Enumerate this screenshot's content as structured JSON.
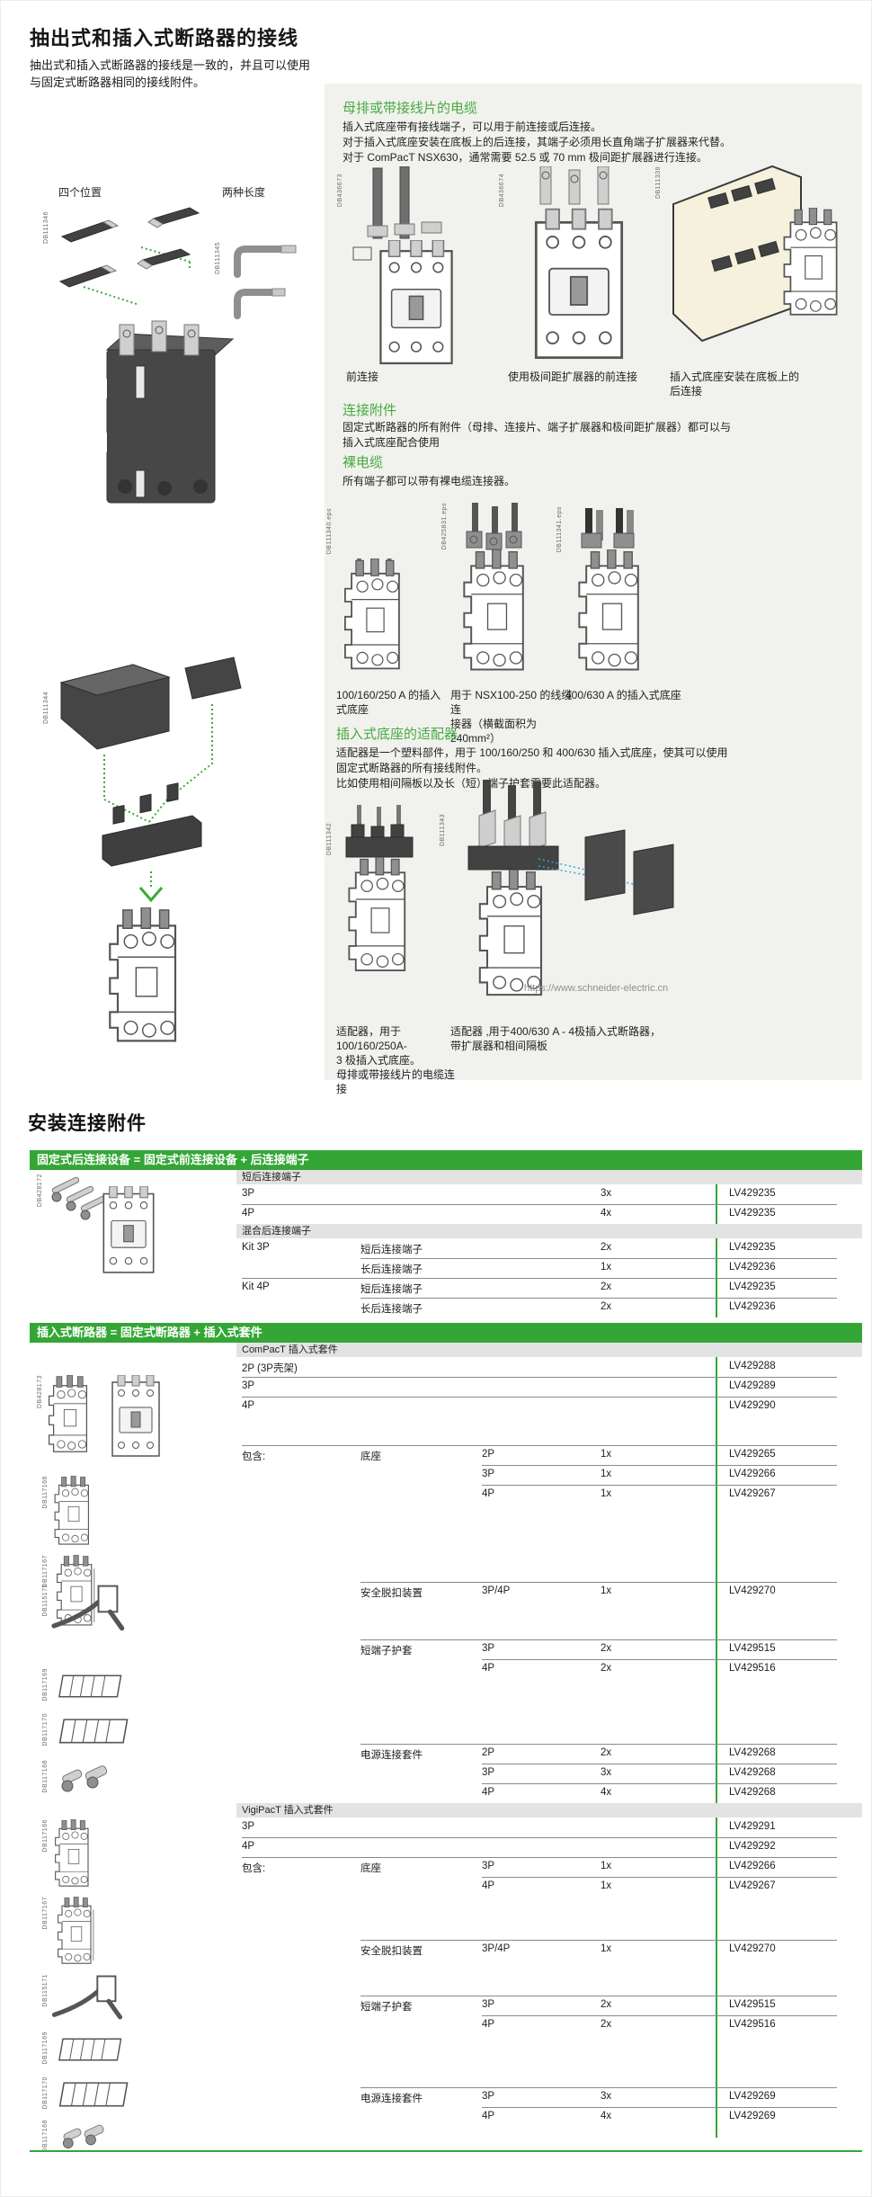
{
  "colors": {
    "accent_green": "#3BAA35",
    "banner_green": "#34A636",
    "heading_green": "#45AB3F",
    "panel_bg": "#F1F1EE",
    "subheader_bg": "#E3E3E3",
    "rule_gray": "#8A8A8A",
    "text_dark": "#1B1B1B",
    "code_gray": "#6B6B6B",
    "watermark_gray": "#8F8F8F",
    "dotted_blue": "#29ABE2"
  },
  "page": {
    "title": "抽出式和插入式断路器的接线",
    "intro": "抽出式和插入式断路器的接线是一致的，并且可以使用\n与固定式断路器相同的接线附件。",
    "watermark": "https://www.schneider-electric.cn"
  },
  "left_figures": {
    "four_positions": "四个位置",
    "two_lengths": "两种长度"
  },
  "codes": {
    "fig_four_positions": "DB111346",
    "fig_two_lengths": "DB111345",
    "fig_adapter_stack": "DB111344",
    "row1": [
      "DB436673",
      "DB436674",
      "DB111339"
    ],
    "row2": [
      "DB111340.eps",
      "DB425831.eps",
      "DB111341.eps"
    ],
    "row3": [
      "DB111342",
      "DB111343"
    ],
    "table1": "DB428172",
    "table2": [
      "DB428173",
      "DB117166",
      "DB117167",
      "DB115171",
      "DB117169",
      "DB117170",
      "DB117168"
    ]
  },
  "panel": {
    "section1": {
      "heading": "母排或带接线片的电缆",
      "body": "插入式底座带有接线端子，可以用于前连接或后连接。\n对于插入式底座安装在底板上的后连接，其端子必须用长直角端子扩展器来代替。\n对于 ComPacT NSX630，通常需要 52.5 或 70 mm 极间距扩展器进行连接。"
    },
    "row1_captions": [
      "前连接",
      "使用极间距扩展器的前连接",
      "插入式底座安装在底板上的\n后连接"
    ],
    "section2": {
      "heading": "连接附件",
      "body": "固定式断路器的所有附件（母排、连接片、端子扩展器和极间距扩展器）都可以与\n插入式底座配合使用"
    },
    "section3": {
      "heading": "裸电缆",
      "body": "所有端子都可以带有裸电缆连接器。"
    },
    "row2_captions": [
      "100/160/250 A 的插入式底座",
      "用于 NSX100-250 的线缆连\n接器（横截面积为 240mm²）",
      "400/630 A 的插入式底座"
    ],
    "section4": {
      "heading": "插入式底座的适配器",
      "body": "适配器是一个塑料部件，用于 100/160/250 和 400/630 插入式底座，使其可以使用\n固定式断路器的所有接线附件。\n比如使用相间隔板以及长（短）端子护套需要此适配器。"
    },
    "row3_captions": [
      "适配器，用于 100/160/250A-\n3 极插入式底座。\n母排或带接线片的电缆连接",
      "适配器 ,用于400/630 A - 4极插入式断路器，\n带扩展器和相间隔板"
    ]
  },
  "attachments": {
    "title": "安装连接附件",
    "banner1": "固定式后连接设备 = 固定式前连接设备 + 后连接端子",
    "banner2": "插入式断路器 = 固定式断路器 + 插入式套件",
    "table1_rows": [
      {
        "t": "sub",
        "label": "短后连接端子"
      },
      {
        "t": "row",
        "c": [
          "3P",
          "",
          "",
          "3x"
        ],
        "pn": "LV429235",
        "h": 22,
        "rule": -1
      },
      {
        "t": "row",
        "c": [
          "4P",
          "",
          "",
          "4x"
        ],
        "pn": "LV429235",
        "h": 22,
        "rule": 0
      },
      {
        "t": "sub",
        "label": "混合后连接端子"
      },
      {
        "t": "row",
        "c": [
          "Kit 3P",
          "短后连接端子",
          "",
          "2x"
        ],
        "pn": "LV429235",
        "h": 22,
        "rule": -1
      },
      {
        "t": "row",
        "c": [
          "",
          "长后连接端子",
          "",
          "1x"
        ],
        "pn": "LV429236",
        "h": 22,
        "rule": 1
      },
      {
        "t": "row",
        "c": [
          "Kit 4P",
          "短后连接端子",
          "",
          "2x"
        ],
        "pn": "LV429235",
        "h": 22,
        "rule": 0
      },
      {
        "t": "row",
        "c": [
          "",
          "长后连接端子",
          "",
          "2x"
        ],
        "pn": "LV429236",
        "h": 22,
        "rule": 1
      }
    ],
    "table2_rows": [
      {
        "t": "sub",
        "label": "ComPacT 插入式套件"
      },
      {
        "t": "row",
        "c": [
          "2P (3P壳架)",
          "",
          "",
          ""
        ],
        "pn": "LV429288",
        "h": 22,
        "rule": -1
      },
      {
        "t": "row",
        "c": [
          "3P",
          "",
          "",
          ""
        ],
        "pn": "LV429289",
        "h": 22,
        "rule": 0
      },
      {
        "t": "row",
        "c": [
          "4P",
          "",
          "",
          ""
        ],
        "pn": "LV429290",
        "h": 54,
        "rule": 0
      },
      {
        "t": "row",
        "c": [
          "包含:",
          "底座",
          "2P",
          "1x"
        ],
        "pn": "LV429265",
        "h": 22,
        "rule": 0
      },
      {
        "t": "row",
        "c": [
          "",
          "",
          "3P",
          "1x"
        ],
        "pn": "LV429266",
        "h": 22,
        "rule": 2
      },
      {
        "t": "row",
        "c": [
          "",
          "",
          "4P",
          "1x"
        ],
        "pn": "LV429267",
        "h": 22,
        "rule": 2
      },
      {
        "t": "gap",
        "h": 86
      },
      {
        "t": "row",
        "c": [
          "",
          "安全脱扣装置",
          "3P/4P",
          "1x"
        ],
        "pn": "LV429270",
        "h": 64,
        "rule": 1
      },
      {
        "t": "row",
        "c": [
          "",
          "短端子护套",
          "3P",
          "2x"
        ],
        "pn": "LV429515",
        "h": 22,
        "rule": 1
      },
      {
        "t": "row",
        "c": [
          "",
          "",
          "4P",
          "2x"
        ],
        "pn": "LV429516",
        "h": 22,
        "rule": 2
      },
      {
        "t": "gap",
        "h": 72
      },
      {
        "t": "row",
        "c": [
          "",
          "电源连接套件",
          "2P",
          "2x"
        ],
        "pn": "LV429268",
        "h": 22,
        "rule": 1
      },
      {
        "t": "row",
        "c": [
          "",
          "",
          "3P",
          "3x"
        ],
        "pn": "LV429268",
        "h": 22,
        "rule": 2
      },
      {
        "t": "row",
        "c": [
          "",
          "",
          "4P",
          "4x"
        ],
        "pn": "LV429268",
        "h": 22,
        "rule": 2
      },
      {
        "t": "sub",
        "label": "VigiPacT 插入式套件"
      },
      {
        "t": "row",
        "c": [
          "3P",
          "",
          "",
          ""
        ],
        "pn": "LV429291",
        "h": 22,
        "rule": -1
      },
      {
        "t": "row",
        "c": [
          "4P",
          "",
          "",
          ""
        ],
        "pn": "LV429292",
        "h": 22,
        "rule": 0
      },
      {
        "t": "row",
        "c": [
          "包含:",
          "底座",
          "3P",
          "1x"
        ],
        "pn": "LV429266",
        "h": 22,
        "rule": 0
      },
      {
        "t": "row",
        "c": [
          "",
          "",
          "4P",
          "1x"
        ],
        "pn": "LV429267",
        "h": 22,
        "rule": 2
      },
      {
        "t": "gap",
        "h": 48
      },
      {
        "t": "row",
        "c": [
          "",
          "安全脱扣装置",
          "3P/4P",
          "1x"
        ],
        "pn": "LV429270",
        "h": 62,
        "rule": 1
      },
      {
        "t": "row",
        "c": [
          "",
          "短端子护套",
          "3P",
          "2x"
        ],
        "pn": "LV429515",
        "h": 22,
        "rule": 1
      },
      {
        "t": "row",
        "c": [
          "",
          "",
          "4P",
          "2x"
        ],
        "pn": "LV429516",
        "h": 22,
        "rule": 2
      },
      {
        "t": "gap",
        "h": 58
      },
      {
        "t": "row",
        "c": [
          "",
          "电源连接套件",
          "3P",
          "3x"
        ],
        "pn": "LV429269",
        "h": 22,
        "rule": 1
      },
      {
        "t": "row",
        "c": [
          "",
          "",
          "4P",
          "4x"
        ],
        "pn": "LV429269",
        "h": 22,
        "rule": 2
      },
      {
        "t": "gap",
        "h": 30
      }
    ]
  }
}
